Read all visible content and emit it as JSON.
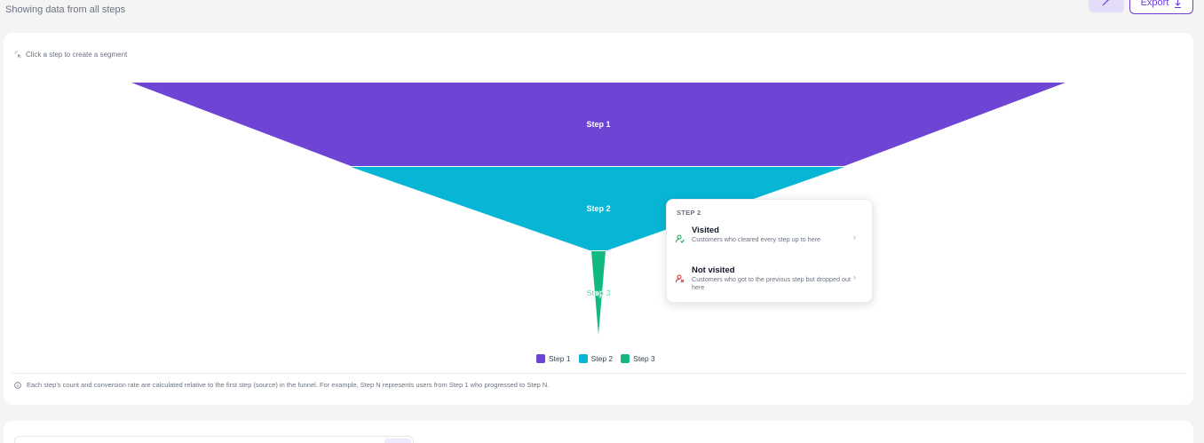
{
  "header": {
    "showing_text": "Showing data from all steps",
    "export_label": "Export",
    "magic_icon": "magic-wand-icon",
    "export_icon": "download-icon"
  },
  "hint": {
    "text": "Click a step to create a segment",
    "icon": "pointer-click-icon"
  },
  "colors": {
    "step1": "#6e44d4",
    "step2": "#07b6d5",
    "step3": "#11b981",
    "accent": "#6d3fd6"
  },
  "chart_data": {
    "type": "funnel",
    "steps": [
      {
        "label": "Step 1"
      },
      {
        "label": "Step 2"
      },
      {
        "label": "Step 3"
      }
    ],
    "legend": [
      "Step 1",
      "Step 2",
      "Step 3"
    ],
    "legend_placement": "bottom-center"
  },
  "tooltip": {
    "header": "STEP 2",
    "items": [
      {
        "title": "Visited",
        "desc": "Customers who cleared every step up to here",
        "icon": "user-check-icon"
      },
      {
        "title": "Not visited",
        "desc": "Customers who got to the previous step but dropped out here",
        "icon": "user-x-icon"
      }
    ]
  },
  "footnote": {
    "text": "Each step's count and conversion rate are calculated relative to the first step (source) in the funnel. For example, Step N represents users from Step 1 who progressed to Step N.",
    "icon": "info-icon"
  }
}
